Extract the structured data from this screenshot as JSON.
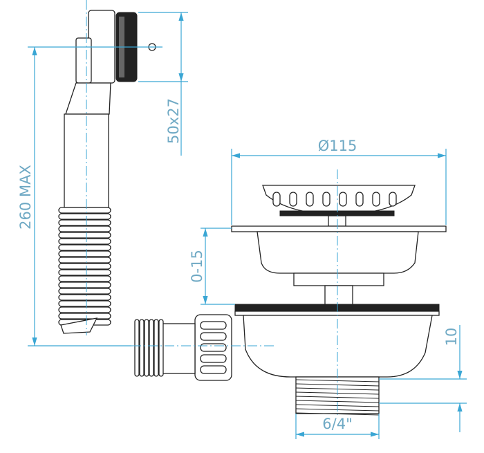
{
  "dimensions": {
    "diameter": "Ø115",
    "overflow_size": "50x27",
    "height_max": "260 MAX",
    "adjust_range": "0-15",
    "thread_height": "10",
    "thread_size": "6/4\""
  },
  "colors": {
    "dimension": "#3aa6d4",
    "text": "#6fa9c4",
    "line": "#222222"
  }
}
